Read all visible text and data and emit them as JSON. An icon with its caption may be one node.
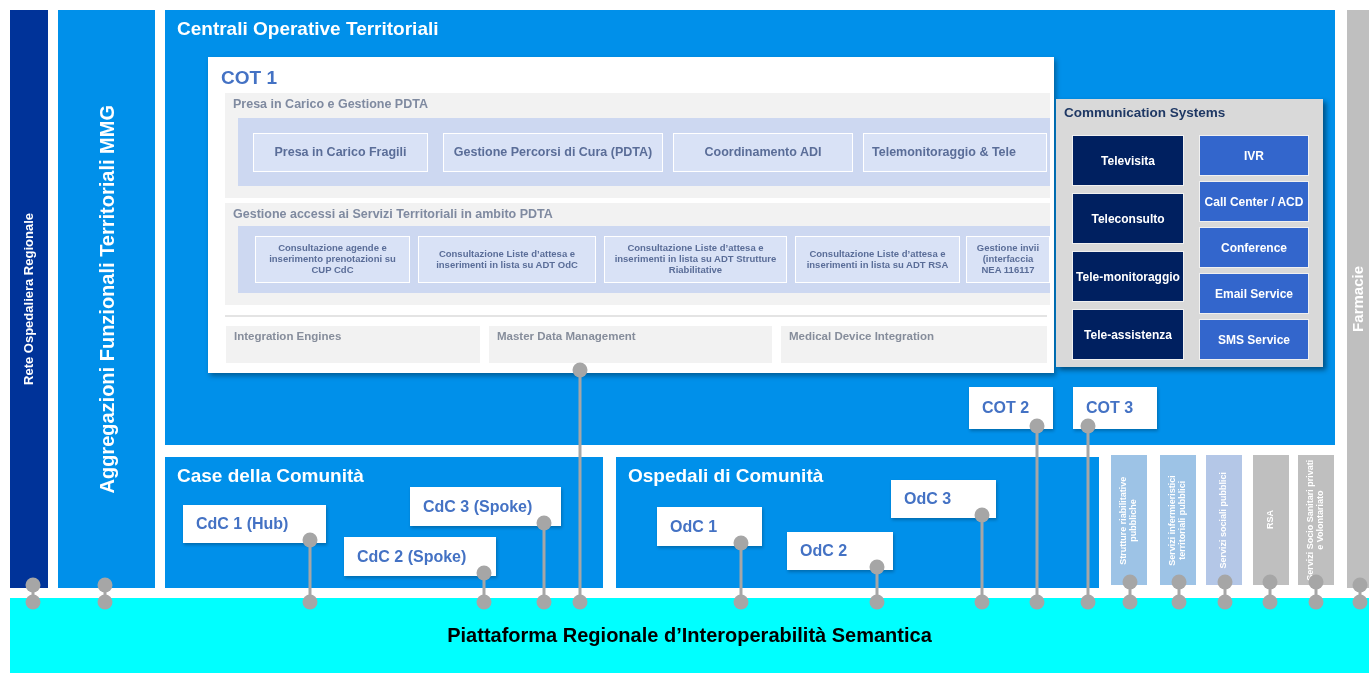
{
  "diagram": {
    "nodes": [
      {
        "text": [
          "Rete Ospedaliera Regionale"
        ]
      },
      {
        "text": [
          "Aggregazioni Funzionali Territoriali MMG"
        ]
      },
      {
        "text": [
          "Centrali Operative Territoriali"
        ]
      },
      {
        "text": [
          "COT 1"
        ],
        "in": 2
      },
      {
        "text": [
          "Presa in Carico e Gestione PDTA"
        ],
        "in": 3
      },
      {
        "text": [
          "Presa in Carico Fragili"
        ],
        "in": 4
      },
      {
        "text": [
          "Gestione Percorsi di Cura (PDTA)"
        ],
        "in": 4
      },
      {
        "text": [
          "Coordinamento ADI"
        ],
        "in": 4
      },
      {
        "text": [
          "Telemonitoraggio & Tele"
        ],
        "in": 4
      },
      {
        "text": [
          "Gestione accessi ai Servizi Territoriali in ambito PDTA"
        ],
        "in": 3
      },
      {
        "text": [
          "Consultazione agende e inserimento prenotazioni su CUP CdC"
        ],
        "in": 9
      },
      {
        "text": [
          "Consultazione Liste d’attesa e inserimenti in lista su ADT OdC"
        ],
        "in": 9
      },
      {
        "text": [
          "Consultazione Liste d’attesa e inserimenti in lista su ADT Strutture Riabilitative"
        ],
        "in": 9
      },
      {
        "text": [
          "Consultazione Liste d’attesa e inserimenti in lista su ADT RSA"
        ],
        "in": 9
      },
      {
        "text": [
          "Gestione invii (interfaccia NEA 116117"
        ],
        "in": 9
      },
      {
        "text": [
          "Integration Engines"
        ],
        "in": 3
      },
      {
        "text": [
          "Master Data Management"
        ],
        "in": 3
      },
      {
        "text": [
          "Medical Device Integration"
        ],
        "in": 3
      },
      {
        "text": [
          "Communication Systems"
        ],
        "in": 2
      },
      {
        "text": [
          "Televisita"
        ],
        "in": 18
      },
      {
        "text": [
          "Teleconsulto"
        ],
        "in": 18
      },
      {
        "text": [
          "Tele-monitoraggio"
        ],
        "in": 18
      },
      {
        "text": [
          "Tele-assistenza"
        ],
        "in": 18
      },
      {
        "text": [
          "IVR"
        ],
        "in": 18
      },
      {
        "text": [
          "Call Center / ACD"
        ],
        "in": 18
      },
      {
        "text": [
          "Conference"
        ],
        "in": 18
      },
      {
        "text": [
          "Email Service"
        ],
        "in": 18
      },
      {
        "text": [
          "SMS Service"
        ],
        "in": 18
      },
      {
        "text": [
          "COT 2"
        ],
        "in": 2
      },
      {
        "text": [
          "COT 3"
        ],
        "in": 2
      },
      {
        "text": [
          "Case della Comunità"
        ]
      },
      {
        "text": [
          "CdC 1 (Hub)"
        ],
        "in": 30
      },
      {
        "text": [
          "CdC 2 (Spoke)"
        ],
        "in": 30
      },
      {
        "text": [
          "CdC 3 (Spoke)"
        ],
        "in": 30
      },
      {
        "text": [
          "Ospedali di Comunità"
        ]
      },
      {
        "text": [
          "OdC 1"
        ],
        "in": 34
      },
      {
        "text": [
          "OdC 2"
        ],
        "in": 34
      },
      {
        "text": [
          "OdC 3"
        ],
        "in": 34
      },
      {
        "text": [
          "Strutture riabilitative pubbliche"
        ]
      },
      {
        "text": [
          "Servizi infermieristici territoriali pubblici"
        ]
      },
      {
        "text": [
          "Servizi sociali pubblici"
        ]
      },
      {
        "text": [
          "RSA"
        ]
      },
      {
        "text": [
          "Servizi Socio Sanitari privati e Volontariato"
        ]
      },
      {
        "text": [
          "Farmacie"
        ]
      },
      {
        "text": [
          "Piattaforma Regionale d’Interoperabilità Semantica"
        ]
      }
    ],
    "edges": [
      {
        "from": 0,
        "to": 44,
        "arrow": "other"
      },
      {
        "from": 1,
        "to": 44,
        "arrow": "other"
      },
      {
        "from": 3,
        "to": 44,
        "arrow": "other"
      },
      {
        "from": 28,
        "to": 44,
        "arrow": "other"
      },
      {
        "from": 29,
        "to": 44,
        "arrow": "other"
      },
      {
        "from": 31,
        "to": 44,
        "arrow": "other"
      },
      {
        "from": 32,
        "to": 44,
        "arrow": "other"
      },
      {
        "from": 33,
        "to": 44,
        "arrow": "other"
      },
      {
        "from": 35,
        "to": 44,
        "arrow": "other"
      },
      {
        "from": 36,
        "to": 44,
        "arrow": "other"
      },
      {
        "from": 37,
        "to": 44,
        "arrow": "other"
      },
      {
        "from": 38,
        "to": 44,
        "arrow": "other"
      },
      {
        "from": 39,
        "to": 44,
        "arrow": "other"
      },
      {
        "from": 40,
        "to": 44,
        "arrow": "other"
      },
      {
        "from": 41,
        "to": 44,
        "arrow": "other"
      },
      {
        "from": 42,
        "to": 44,
        "arrow": "other"
      },
      {
        "from": 43,
        "to": 44,
        "arrow": "other"
      }
    ]
  }
}
